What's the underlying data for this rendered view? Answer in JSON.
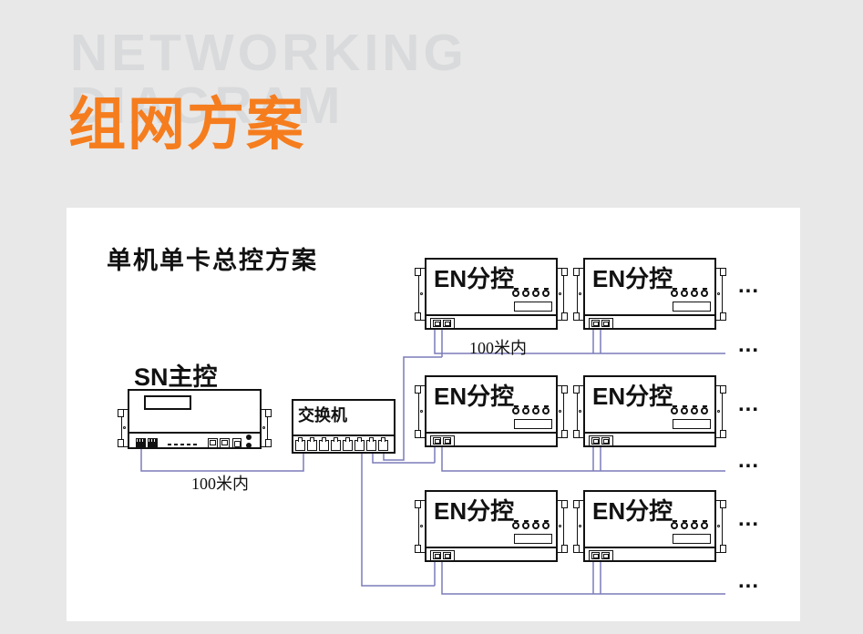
{
  "header": {
    "ghost_line1": "NETWORKING",
    "ghost_line2": "DIAGRAM",
    "title": "组网方案"
  },
  "panel": {
    "title": "单机单卡总控方案"
  },
  "devices": {
    "master": {
      "label": "SN主控"
    },
    "switch": {
      "label": "交换机",
      "port_count": 8
    },
    "en_units": [
      {
        "label": "EN分控"
      },
      {
        "label": "EN分控"
      },
      {
        "label": "EN分控"
      },
      {
        "label": "EN分控"
      },
      {
        "label": "EN分控"
      },
      {
        "label": "EN分控"
      }
    ]
  },
  "annotations": {
    "distance_sn_switch": "100米内",
    "distance_en_row": "100米内",
    "ellipsis": "..."
  },
  "colors": {
    "accent_orange": "#f57d1e",
    "ghost_gray": "#d9dadb",
    "wire_purple": "#7b7bba",
    "page_bg": "#e8e8e8",
    "panel_bg": "#ffffff"
  }
}
